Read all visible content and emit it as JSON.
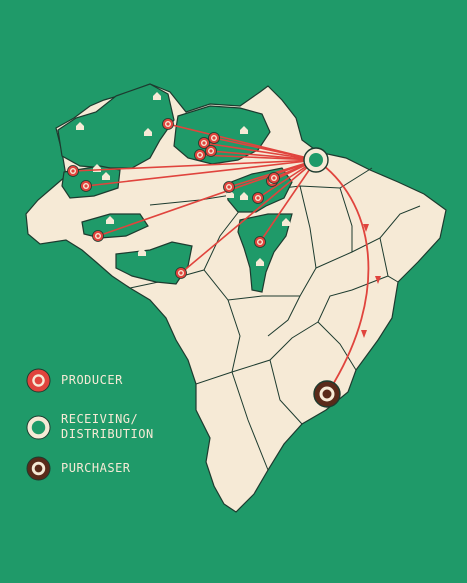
{
  "colors": {
    "background": "#1f9a69",
    "land": "#f6ead6",
    "region_fill": "#1f9a69",
    "border": "#1d3b2f",
    "route": "#e0443d",
    "producer": "#e0443d",
    "distribution": "#1f9a69",
    "purchaser": "#5a2a1a"
  },
  "legend": [
    {
      "key": "producer",
      "label": "PRODUCER",
      "icon": "producer-marker-icon"
    },
    {
      "key": "distribution",
      "label": "RECEIVING/\nDISTRIBUTION",
      "icon": "distribution-marker-icon"
    },
    {
      "key": "purchaser",
      "label": "PURCHASER",
      "icon": "purchaser-marker-icon"
    }
  ],
  "map": {
    "region": "Brazil",
    "producer_count": 14,
    "distribution_count": 1,
    "purchaser_count": 1,
    "route_style": "straight lines from producers to distribution hub; curved arrowed route from hub to purchaser"
  }
}
